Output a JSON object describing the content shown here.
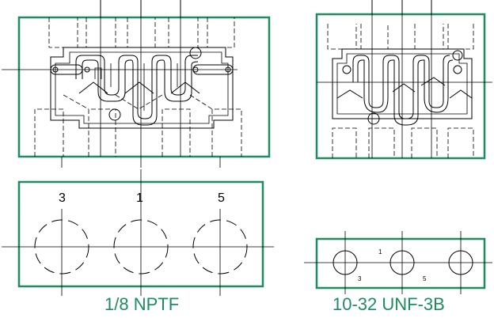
{
  "views": {
    "left": {
      "caption": "1/8 NPTF",
      "port_labels": [
        "3",
        "1",
        "5"
      ]
    },
    "right": {
      "caption": "10-32 UNF-3B",
      "port_labels": [
        "1",
        "3",
        "5"
      ]
    }
  },
  "colors": {
    "frame": "#1e8c5f",
    "caption": "#1e8c5f",
    "line": "#000000",
    "background": "#ffffff"
  }
}
